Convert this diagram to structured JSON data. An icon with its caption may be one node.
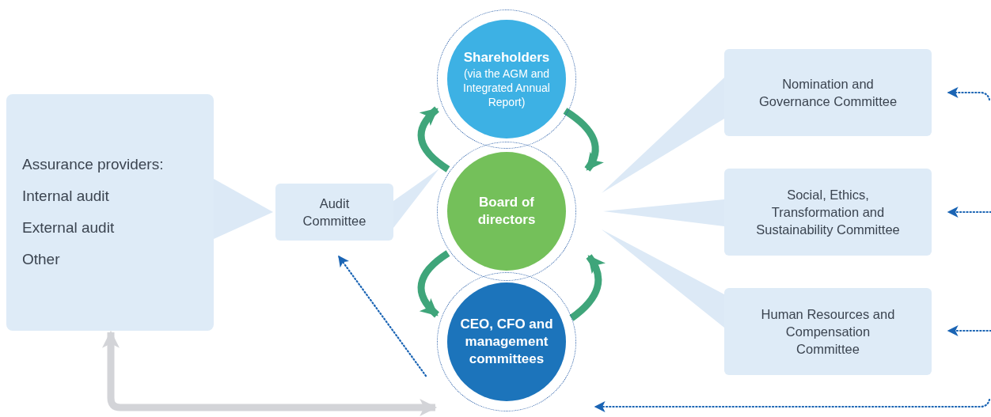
{
  "diagram": {
    "nodes": [
      {
        "text": [
          "Assurance providers:",
          "Internal audit",
          "External audit",
          "Other"
        ]
      },
      {
        "text": [
          "Audit Committee"
        ]
      },
      {
        "text": [
          "Shareholders",
          "(via the AGM and Integrated Annual Report)"
        ]
      },
      {
        "text": [
          "Board of directors"
        ]
      },
      {
        "text": [
          "CEO, CFO and management committees"
        ]
      },
      {
        "text": [
          "Nomination and Governance Committee"
        ]
      },
      {
        "text": [
          "Social, Ethics, Transformation and Sustainability Committee"
        ]
      },
      {
        "text": [
          "Human Resources and Compensation Committee"
        ]
      }
    ],
    "edges": [
      {
        "from": 0,
        "to": 1,
        "arrow": "to"
      },
      {
        "from": 1,
        "to": 3,
        "arrow": "to"
      },
      {
        "from": 5,
        "to": 3,
        "arrow": "to"
      },
      {
        "from": 6,
        "to": 3,
        "arrow": "to"
      },
      {
        "from": 7,
        "to": 3,
        "arrow": "to"
      },
      {
        "from": 3,
        "to": 2,
        "arrow": "to",
        "style": "thick",
        "color": "#3fa57a"
      },
      {
        "from": 2,
        "to": 3,
        "arrow": "to",
        "style": "thick",
        "color": "#3fa57a"
      },
      {
        "from": 3,
        "to": 4,
        "arrow": "to",
        "style": "thick",
        "color": "#3fa57a"
      },
      {
        "from": 4,
        "to": 3,
        "arrow": "to",
        "style": "thick",
        "color": "#3fa57a"
      },
      {
        "from": 4,
        "to": 1,
        "arrow": "to",
        "style": "dashed",
        "color": "#1a64b4"
      },
      {
        "from": null,
        "to": 5,
        "arrow": "to",
        "style": "dashed",
        "color": "#1a64b4"
      },
      {
        "from": null,
        "to": 6,
        "arrow": "to",
        "style": "dashed",
        "color": "#1a64b4"
      },
      {
        "from": null,
        "to": 7,
        "arrow": "to",
        "style": "dashed",
        "color": "#1a64b4"
      },
      {
        "from": null,
        "to": 4,
        "arrow": "to",
        "style": "dashed",
        "color": "#1a64b4"
      },
      {
        "from": 0,
        "to": 4,
        "arrow": "both",
        "style": "thick",
        "color": "#d3d4d8"
      }
    ]
  }
}
